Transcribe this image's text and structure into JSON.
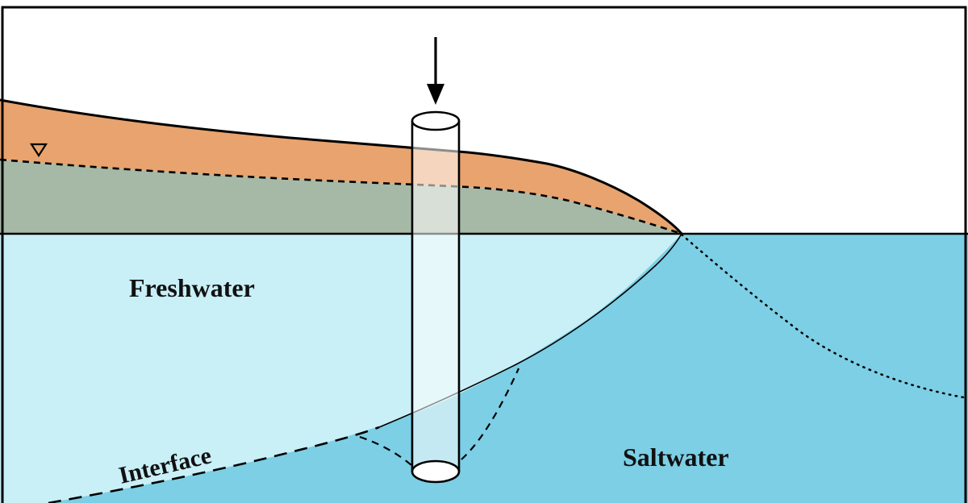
{
  "diagram": {
    "title": "Coastal aquifer saltwater intrusion and upconing cross-section",
    "labels": {
      "freshwater": "Freshwater",
      "saltwater": "Saltwater",
      "interface": "Interface"
    },
    "colors": {
      "land": "#E8A36E",
      "water_table_zone": "#A6B9A7",
      "freshwater": "#C9EFF7",
      "saltwater": "#7CCFE5",
      "line": "#000000",
      "background": "#FFFFFF"
    },
    "symbols": {
      "pumping_arrow": "down-arrow",
      "water_table_marker": "inverted-triangle",
      "well": "vertical-tube"
    }
  }
}
